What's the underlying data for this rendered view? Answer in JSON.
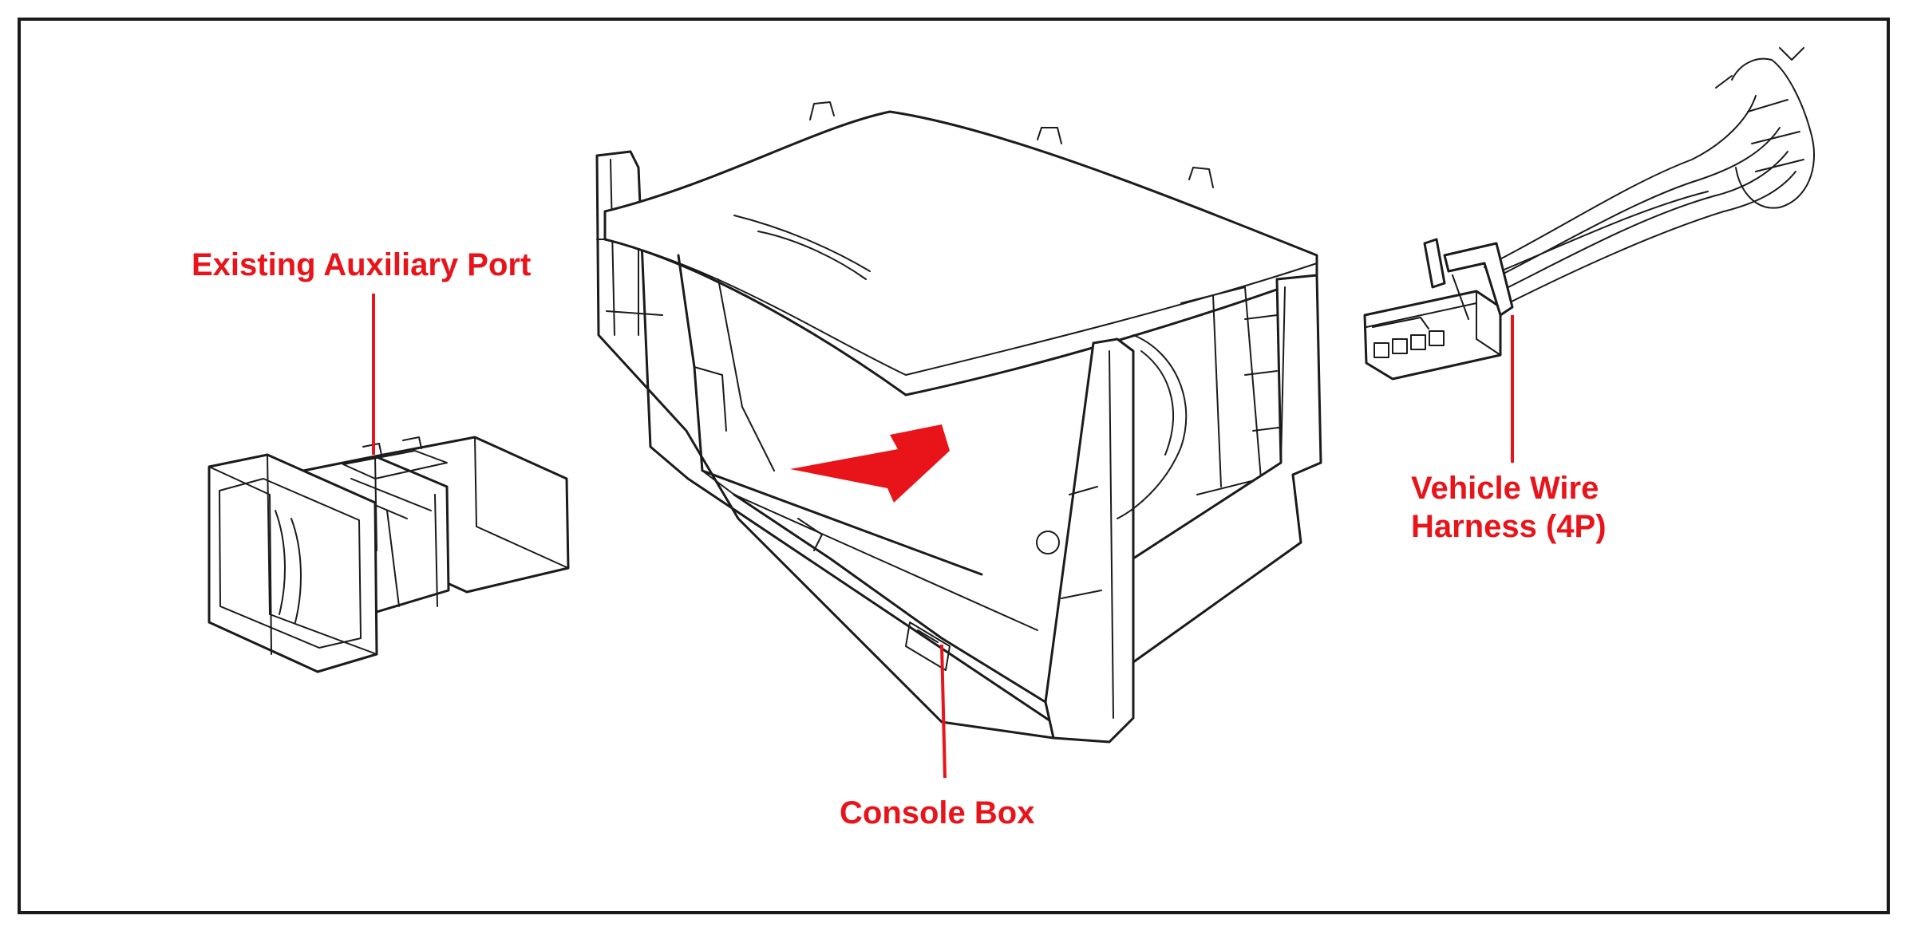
{
  "labels": {
    "aux_port": "Existing Auxiliary Port",
    "console_box": "Console Box",
    "harness_line1": "Vehicle Wire",
    "harness_line2": "Harness (4P)"
  },
  "colors": {
    "label": "#e8141a",
    "arrow": "#e8141a",
    "line_art": "#1b1b1b",
    "frame": "#1a1a1a",
    "background": "#ffffff"
  },
  "icons": {
    "aux_port": "switch-module-icon",
    "console_box": "console-box-icon",
    "harness": "wire-connector-icon",
    "direction": "arrow-left-icon"
  }
}
